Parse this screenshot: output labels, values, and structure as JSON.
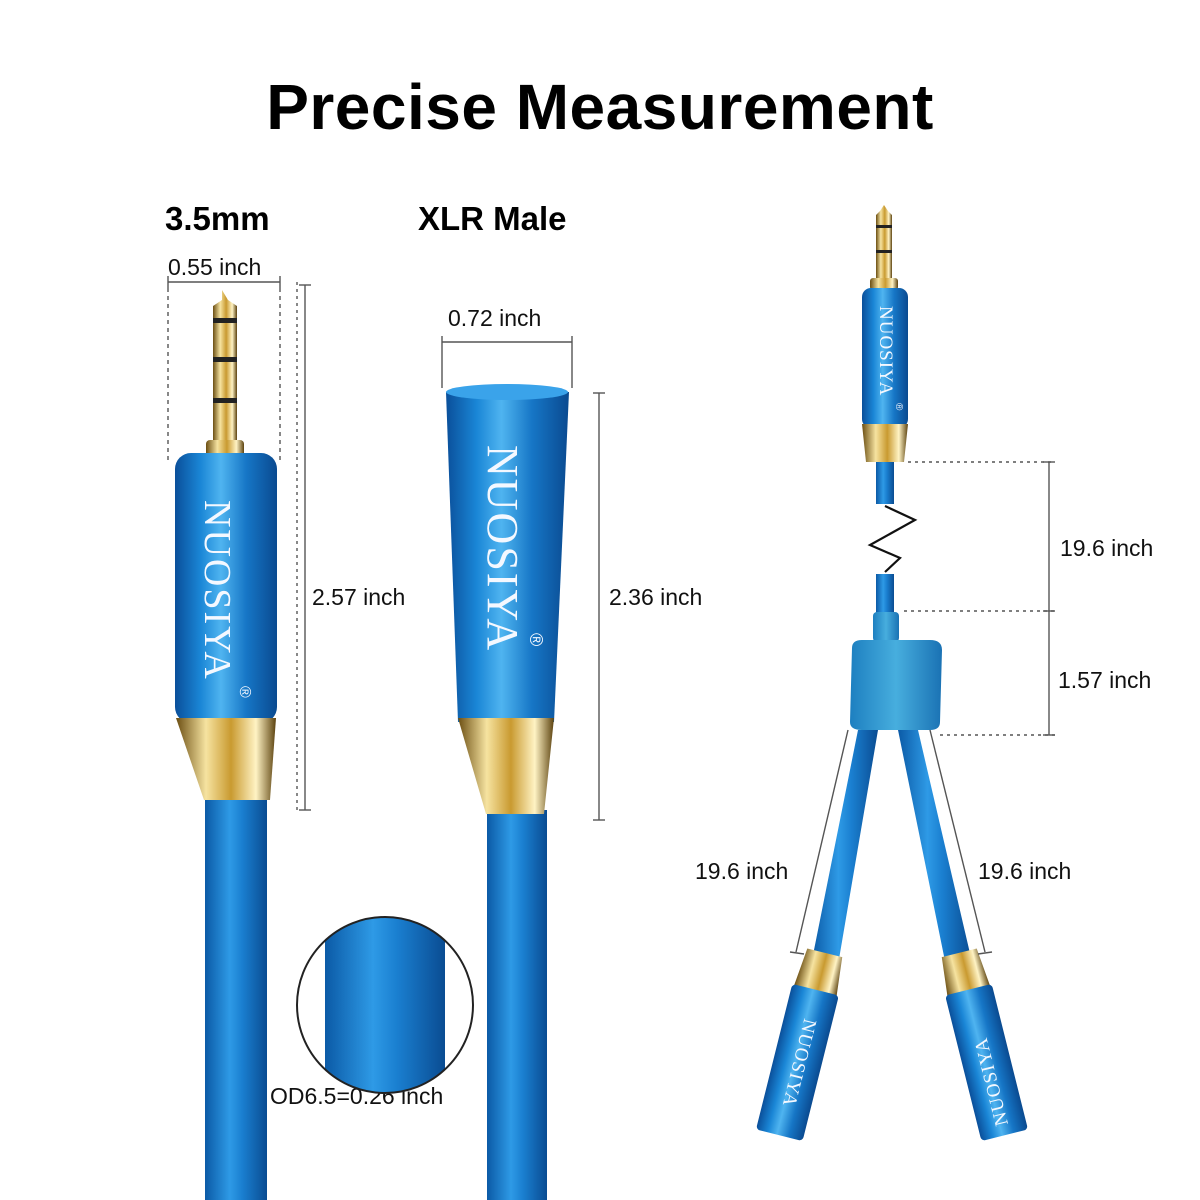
{
  "title": "Precise Measurement",
  "left": {
    "heading": "3.5mm",
    "width": "0.55 inch",
    "length": "2.57 inch"
  },
  "middle": {
    "heading": "XLR Male",
    "width": "0.72 inch",
    "length": "2.36 inch"
  },
  "cable": {
    "diameter": "OD6.5=0.26 inch"
  },
  "right": {
    "main_cable": "19.6 inch",
    "splitter": "1.57 inch",
    "branch_left": "19.6 inch",
    "branch_right": "19.6 inch"
  },
  "brand": {
    "name": "NUOSIYA",
    "mark": "®"
  },
  "colors": {
    "cable_blue": "#1478c8",
    "gold": "#d9b24a"
  }
}
